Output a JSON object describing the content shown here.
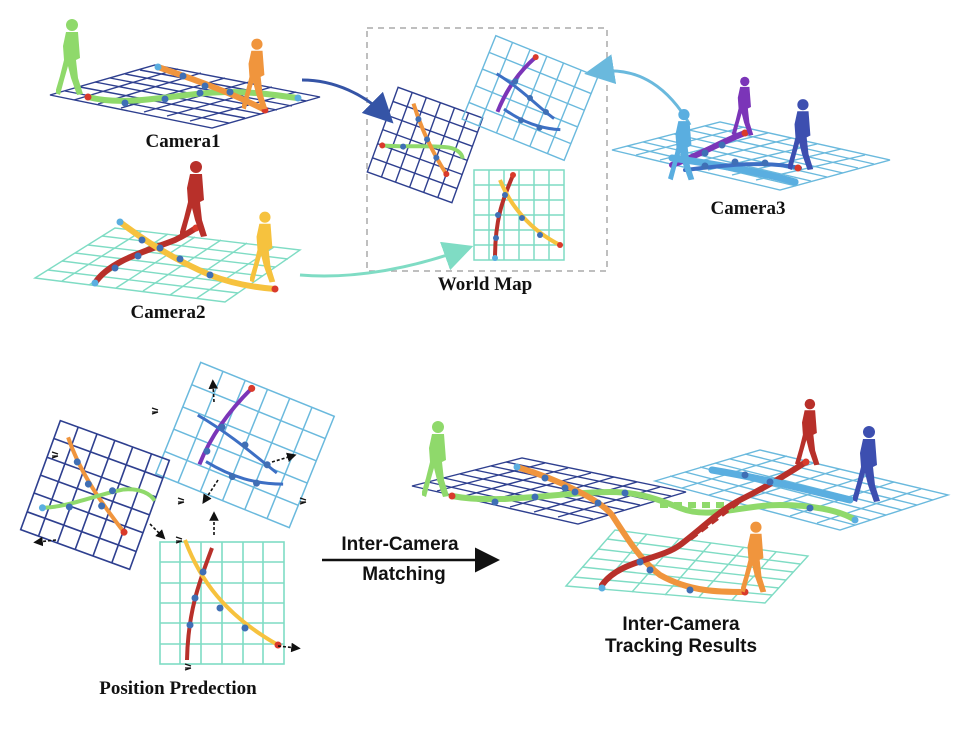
{
  "labels": {
    "camera1": "Camera1",
    "camera2": "Camera2",
    "camera3": "Camera3",
    "world_map": "World Map",
    "position_prediction": "Position Predection",
    "matching_line1": "Inter-Camera",
    "matching_line2": "Matching",
    "results_line1": "Inter-Camera",
    "results_line2": "Tracking Results"
  },
  "colors": {
    "grid_camera1": "#2e3f8f",
    "grid_camera2": "#7fdcc4",
    "grid_camera3": "#6ab9dd",
    "track_green": "#8fd96b",
    "track_orange": "#f0953d",
    "track_red": "#b8302a",
    "track_yellow": "#f6c23e",
    "track_purple": "#7b35b8",
    "track_blue": "#3d6fc4",
    "track_lightblue": "#5aaee0",
    "node_blue": "#3f6fb5",
    "node_red": "#d93a2b",
    "arrow_dark": "#3554a6",
    "arrow_teal": "#7fdcc4",
    "arrow_light": "#6ab9dd"
  },
  "icons": [
    "walking-person-icon",
    "trajectory-node-icon",
    "predicted-direction-arrow-icon"
  ]
}
